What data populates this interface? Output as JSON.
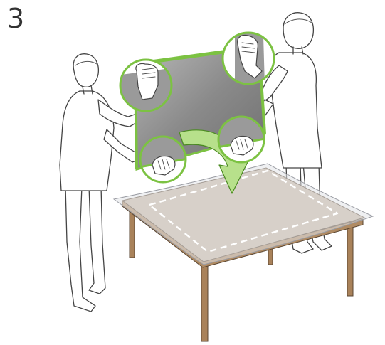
{
  "step": {
    "number": "3"
  },
  "colors": {
    "highlight_green": "#7cc242",
    "table_top": "#c9b8a4",
    "table_wood": "#a9825a",
    "tv_screen": "#8e8e8e",
    "guide_dash": "#ffffff",
    "arrow_fill": "#b7e08b"
  },
  "icons": {
    "arrow": "curved-down-arrow",
    "guide": "dashed-placement-outline",
    "detail_1": "hand-grip-top-left-detail",
    "detail_2": "hand-grip-top-right-detail",
    "detail_3": "hand-grip-bottom-left-detail",
    "detail_4": "hand-grip-bottom-right-detail"
  }
}
